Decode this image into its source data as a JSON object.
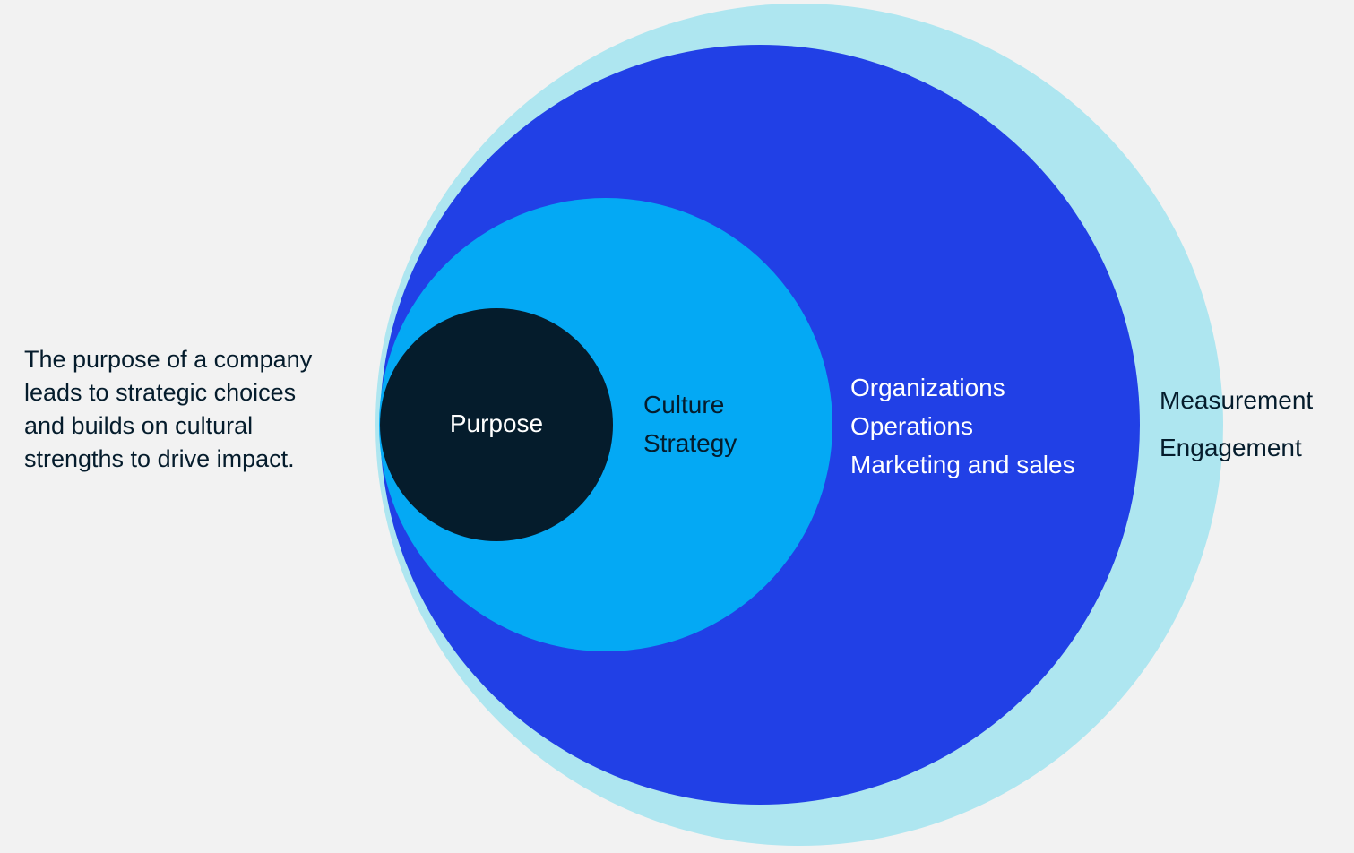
{
  "caption": {
    "lines": [
      "The purpose of a company",
      "leads to strategic choices",
      "and builds on cultural",
      "strengths to drive impact."
    ]
  },
  "circles": {
    "outer": {
      "color": "#aee6f0",
      "items": [
        "Measurement",
        "Engagement"
      ]
    },
    "large": {
      "color": "#2140e6",
      "items": [
        "Organizations",
        "Operations",
        "Marketing and sales"
      ]
    },
    "middle": {
      "color": "#04a9f4",
      "items": [
        "Culture",
        "Strategy"
      ]
    },
    "inner": {
      "color": "#051c2c",
      "label": "Purpose"
    }
  }
}
